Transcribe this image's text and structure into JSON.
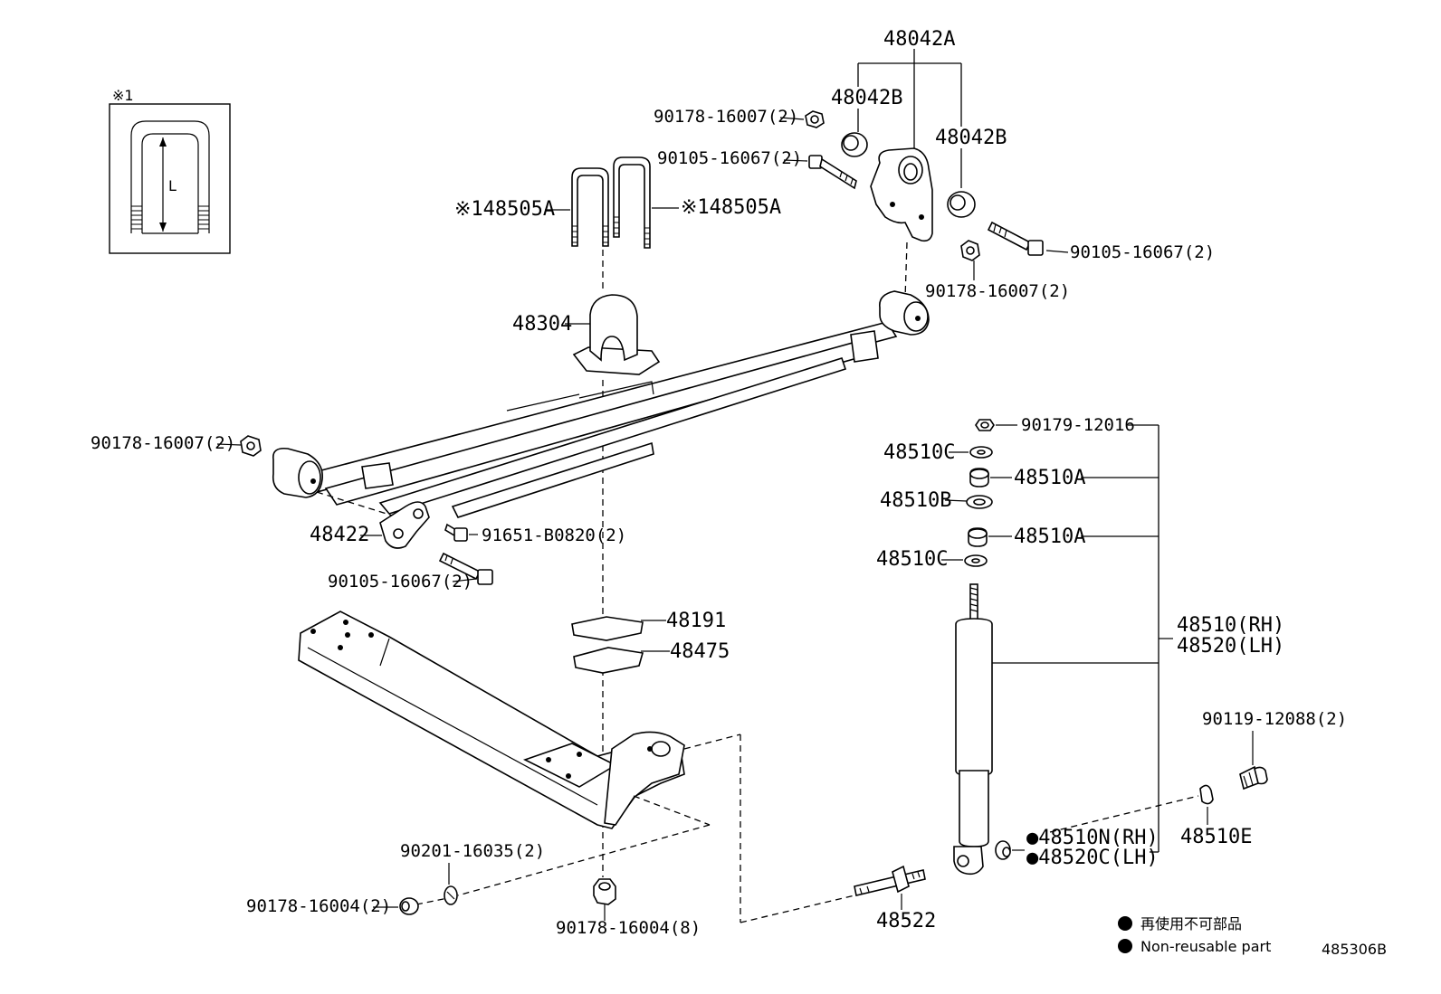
{
  "labels": {
    "inset_mark": "※1",
    "inset_L": "L",
    "p48042A": "48042A",
    "p48042B_a": "48042B",
    "p48042B_b": "48042B",
    "p90178_16007_top": "90178-16007(2)",
    "p90105_16067_top": "90105-16067(2)",
    "p48505A_left": "※148505A",
    "p48505A_right": "※148505A",
    "p90105_16067_right": "90105-16067(2)",
    "p90178_16007_right": "90178-16007(2)",
    "p48304": "48304",
    "p90178_16007_left": "90178-16007(2)",
    "p48422": "48422",
    "p91651_B0820": "91651-B0820(2)",
    "p90105_16067_left": "90105-16067(2)",
    "p48191": "48191",
    "p48475": "48475",
    "p90179_12016": "90179-12016",
    "p48510C_top": "48510C",
    "p48510A_top": "48510A",
    "p48510B": "48510B",
    "p48510A_bot": "48510A",
    "p48510C_bot": "48510C",
    "p48510_RH": "48510(RH)",
    "p48520_LH": "48520(LH)",
    "p90119_12088": "90119-12088(2)",
    "p48510N": "●48510N(RH)",
    "p48520C": "●48520C(LH)",
    "p48510E": "48510E",
    "p90201_16035": "90201-16035(2)",
    "p90178_16004_left": "90178-16004(2)",
    "p90178_16004_bot": "90178-16004(8)",
    "p48522": "48522"
  },
  "legend": {
    "ja": "再使用不可部品",
    "en": "Non-reusable part"
  },
  "diagram_id": "485306B"
}
